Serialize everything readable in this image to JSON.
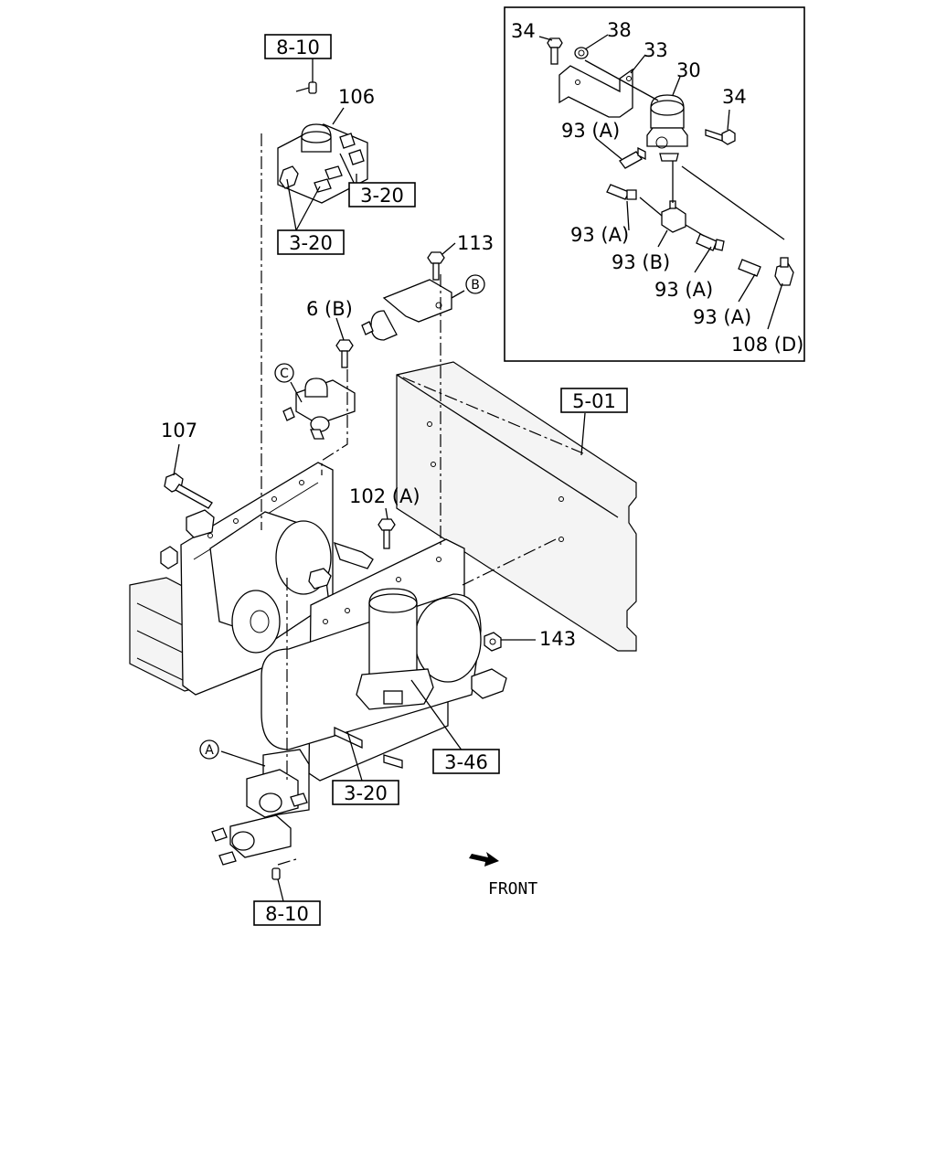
{
  "labels": {
    "ref_8_10_top": "8-10",
    "ref_3_20_a": "3-20",
    "ref_3_20_b": "3-20",
    "ref_5_01": "5-01",
    "ref_3_46": "3-46",
    "ref_3_20_c": "3-20",
    "ref_8_10_bottom": "8-10",
    "p106": "106",
    "p113": "113",
    "p6b": "6 (B)",
    "p107": "107",
    "p102a": "102 (A)",
    "p143": "143",
    "inset_34a": "34",
    "inset_38": "38",
    "inset_33": "33",
    "inset_30": "30",
    "inset_34b": "34",
    "inset_93a_1": "93 (A)",
    "inset_93a_2": "93 (A)",
    "inset_93b": "93 (B)",
    "inset_93a_3": "93 (A)",
    "inset_93a_4": "93 (A)",
    "inset_108d": "108 (D)",
    "marker_a": "A",
    "marker_b": "B",
    "marker_c": "C",
    "front": "FRONT"
  }
}
